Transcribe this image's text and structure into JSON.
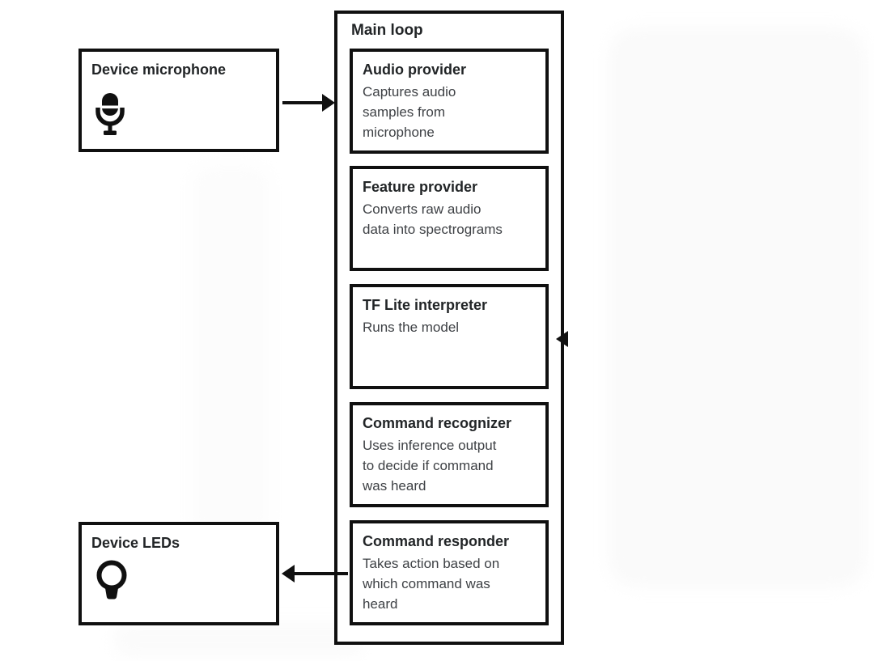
{
  "colors": {
    "background": "#ffffff",
    "box_border": "#101010",
    "heading_text": "#222527",
    "body_text": "#3e4145"
  },
  "devices": {
    "microphone": {
      "label": "Device microphone",
      "icon": "microphone-icon"
    },
    "leds": {
      "label": "Device LEDs",
      "icon": "lightbulb-icon"
    }
  },
  "main_loop": {
    "title": "Main loop",
    "modules": [
      {
        "title": "Audio provider",
        "desc": "Captures audio\nsamples from\nmicrophone"
      },
      {
        "title": "Feature provider",
        "desc": "Converts raw audio\ndata into spectrograms"
      },
      {
        "title": "TF Lite interpreter",
        "desc": "Runs the model"
      },
      {
        "title": "Command recognizer",
        "desc": "Uses inference output\nto decide if command\nwas heard"
      },
      {
        "title": "Command responder",
        "desc": "Takes action based on\nwhich command was\nheard"
      }
    ]
  },
  "arrows": [
    {
      "name": "microphone-to-main-loop",
      "direction": "right"
    },
    {
      "name": "model-input-into-main-loop",
      "direction": "left"
    },
    {
      "name": "command-responder-to-leds",
      "direction": "left"
    }
  ]
}
